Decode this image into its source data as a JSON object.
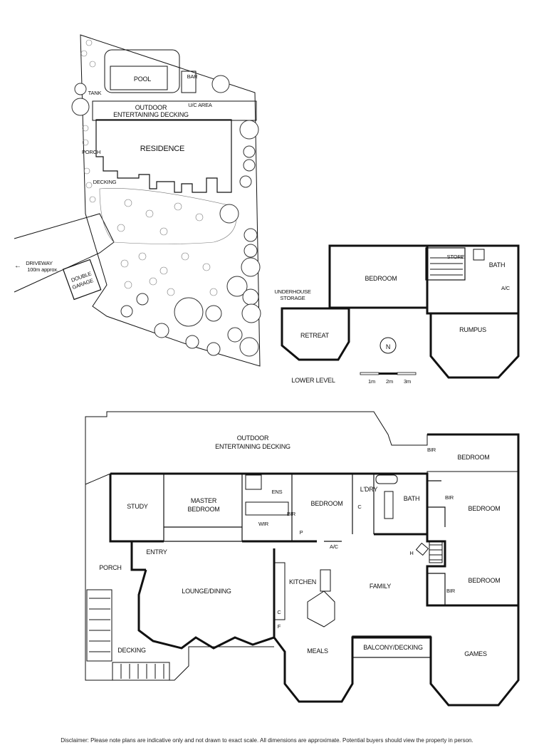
{
  "site": {
    "pool": "POOL",
    "bar": "BAR",
    "tank": "TANK",
    "deck_line1": "OUTDOOR",
    "deck_line2": "ENTERTAINING DECKING",
    "uc_area": "U/C AREA",
    "residence": "RESIDENCE",
    "porch": "PORCH",
    "decking": "DECKING",
    "driveway": "DRIVEWAY",
    "driveway_note": "100m approx.",
    "garage_line1": "DOUBLE",
    "garage_line2": "GARAGE"
  },
  "lower": {
    "bedroom": "BEDROOM",
    "store": "STORE",
    "bath": "BATH",
    "ac": "A/C",
    "underhouse1": "UNDERHOUSE",
    "underhouse2": "STORAGE",
    "retreat": "RETREAT",
    "rumpus": "RUMPUS",
    "level": "LOWER LEVEL",
    "compass": "N",
    "scale": [
      "1m",
      "2m",
      "3m"
    ]
  },
  "main": {
    "deck_line1": "OUTDOOR",
    "deck_line2": "ENTERTAINING DECKING",
    "study": "STUDY",
    "master1": "MASTER",
    "master2": "BEDROOM",
    "ens": "ENS",
    "wir": "WIR",
    "bir": "BIR",
    "bedroom": "BEDROOM",
    "p": "P",
    "c": "C",
    "f": "F",
    "ldry": "L'DRY",
    "bath": "BATH",
    "ac": "A/C",
    "h": "H",
    "entry": "ENTRY",
    "porch": "PORCH",
    "lounge": "LOUNGE/DINING",
    "kitchen": "KITCHEN",
    "family": "FAMILY",
    "decking": "DECKING",
    "meals": "MEALS",
    "balcony": "BALCONY/DECKING",
    "games": "GAMES"
  },
  "disclaimer": "Disclaimer: Please note plans are indicative only and not drawn to exact scale. All dimensions are approximate. Potential buyers should view the property in person."
}
